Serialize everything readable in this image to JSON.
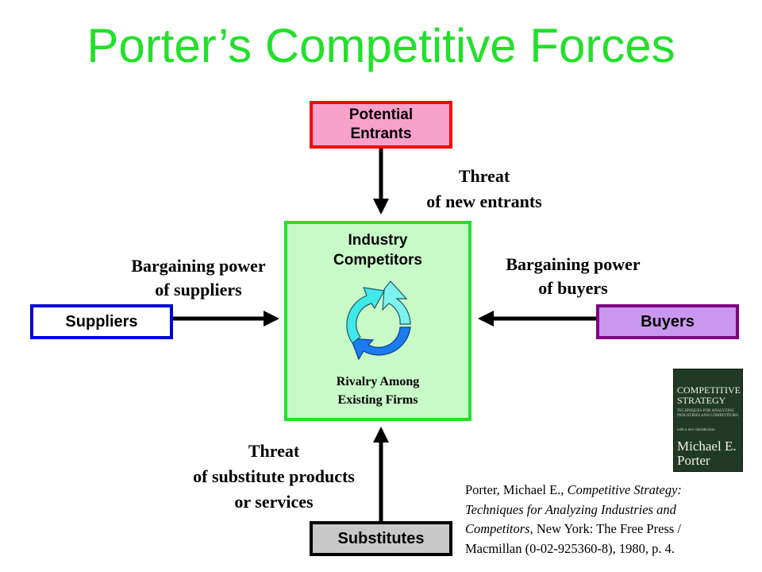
{
  "title": "Porter’s Competitive Forces",
  "colors": {
    "title": "#22e02a",
    "entrants_fill": "#f9a0cb",
    "entrants_border": "#ff0000",
    "suppliers_border": "#0000dd",
    "buyers_fill": "#c998ee",
    "buyers_border": "#800080",
    "substitutes_fill": "#c8c8c8",
    "competitors_fill": "#c8fac8",
    "competitors_border": "#22e02a",
    "cycle_blue": "#1a7cf0",
    "cycle_cyan": "#40e8e8"
  },
  "nodes": {
    "entrants": [
      "Potential",
      "Entrants"
    ],
    "competitors": [
      "Industry",
      "Competitors"
    ],
    "rivalry": [
      "Rivalry Among",
      "Existing Firms"
    ],
    "suppliers": "Suppliers",
    "buyers": "Buyers",
    "substitutes": "Substitutes"
  },
  "labels": {
    "new_entrants": [
      "Threat",
      "of new entrants"
    ],
    "suppliers_power": [
      "Bargaining power",
      "of suppliers"
    ],
    "buyers_power": [
      "Bargaining power",
      "of buyers"
    ],
    "substitutes": [
      "Threat",
      "of substitute products",
      "or services"
    ]
  },
  "book": {
    "title": [
      "COMPETITIVE",
      "STRATEGY"
    ],
    "subtitle": "TECHNIQUES FOR ANALYZING INDUSTRIES AND COMPETITORS",
    "note": "with a new introduction",
    "author": [
      "Michael E.",
      "Porter"
    ]
  },
  "citation": {
    "line1_prefix": "Porter, Michael E., ",
    "line1_italic": "Competitive Strategy:",
    "line2_italic": "Techniques for Analyzing Industries and",
    "line3_italic": "Competitors",
    "line3_rest": ", New York: The Free Press /",
    "line4": "Macmillan (0-02-925360-8), 1980, p. 4."
  },
  "icons": {
    "cycle": "recycle-cycle-arrows-icon"
  }
}
